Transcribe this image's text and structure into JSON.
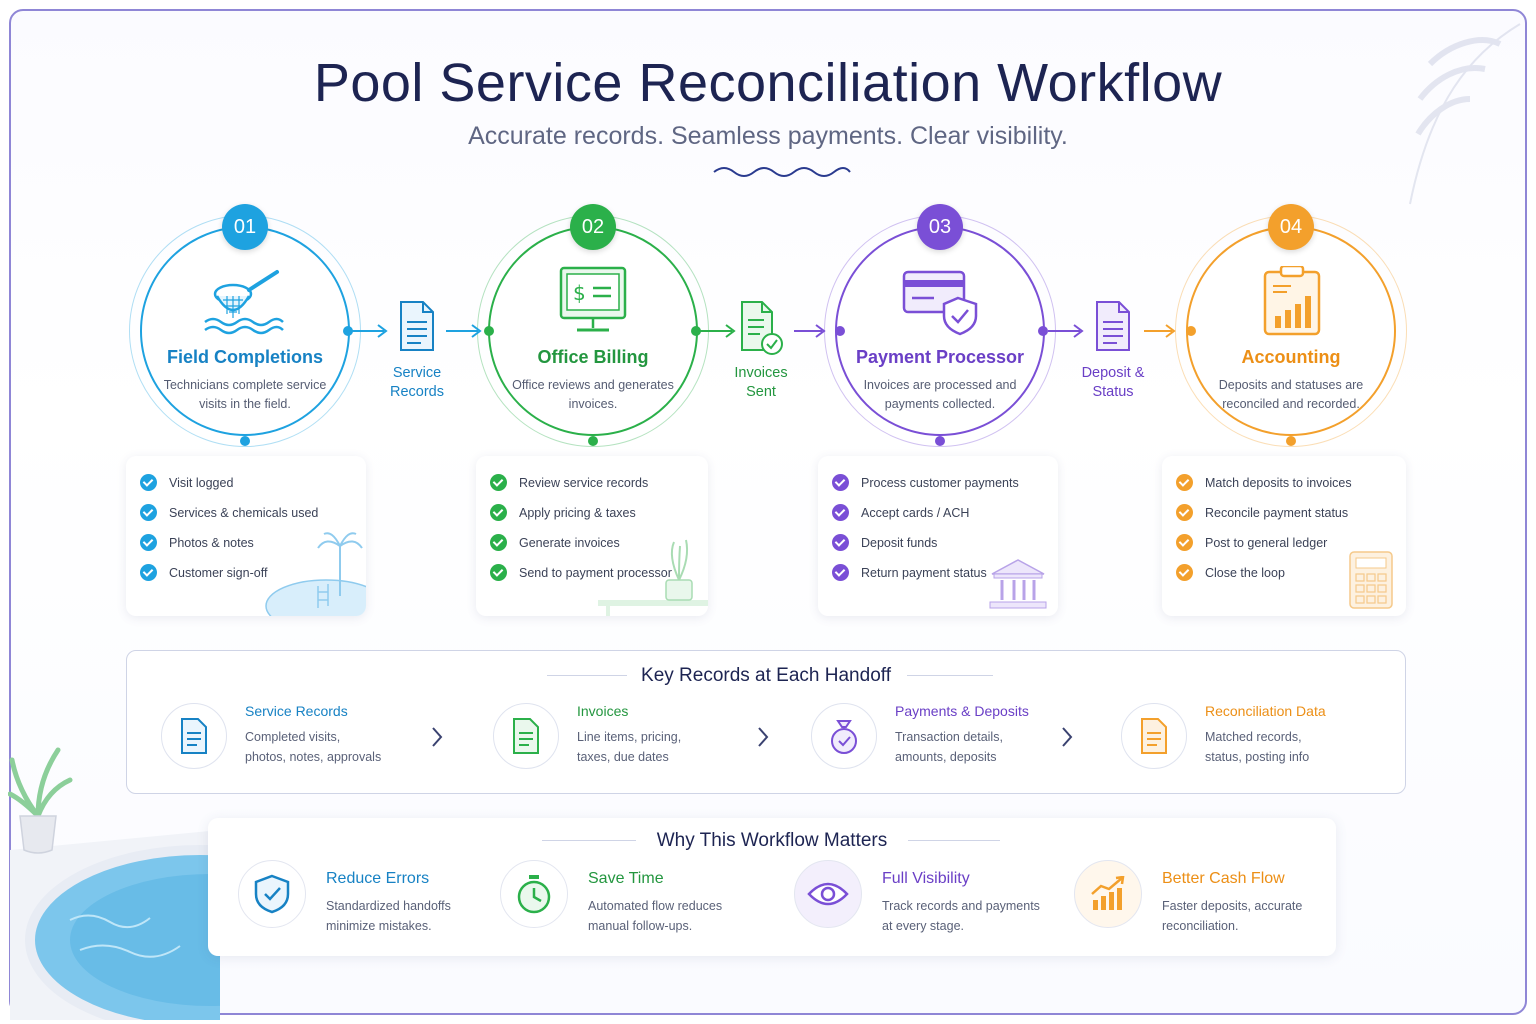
{
  "header": {
    "title": "Pool Service Reconciliation Workflow",
    "subtitle": "Accurate records. Seamless payments. Clear visibility."
  },
  "colors": {
    "blue": "#1ea2e0",
    "green": "#2bb04a",
    "purple": "#7a4fd6",
    "orange": "#f3a02c",
    "navy": "#1d2452"
  },
  "steps": [
    {
      "number": "01",
      "title": "Field Completions",
      "desc": "Technicians complete service visits in the field.",
      "icon": "pool-skimmer-icon",
      "checklist": [
        "Visit logged",
        "Services & chemicals used",
        "Photos & notes",
        "Customer sign-off"
      ]
    },
    {
      "number": "02",
      "title": "Office Billing",
      "desc": "Office reviews and generates invoices.",
      "icon": "monitor-invoice-icon",
      "checklist": [
        "Review service records",
        "Apply pricing & taxes",
        "Generate invoices",
        "Send to payment processor"
      ]
    },
    {
      "number": "03",
      "title": "Payment Processor",
      "desc": "Invoices are processed and payments collected.",
      "icon": "credit-card-shield-icon",
      "checklist": [
        "Process customer payments",
        "Accept cards / ACH",
        "Deposit funds",
        "Return payment status"
      ]
    },
    {
      "number": "04",
      "title": "Accounting",
      "desc": "Deposits and statuses are reconciled and recorded.",
      "icon": "clipboard-chart-icon",
      "checklist": [
        "Match deposits to invoices",
        "Reconcile payment status",
        "Post to general ledger",
        "Close the loop"
      ]
    }
  ],
  "connectors": [
    {
      "line1": "Service",
      "line2": "Records"
    },
    {
      "line1": "Invoices",
      "line2": "Sent"
    },
    {
      "line1": "Deposit &",
      "line2": "Status"
    }
  ],
  "key_records": {
    "title": "Key Records at Each Handoff",
    "items": [
      {
        "title": "Service Records",
        "line1": "Completed visits,",
        "line2": "photos, notes, approvals"
      },
      {
        "title": "Invoices",
        "line1": "Line items, pricing,",
        "line2": "taxes, due dates"
      },
      {
        "title": "Payments & Deposits",
        "line1": "Transaction details,",
        "line2": "amounts, deposits"
      },
      {
        "title": "Reconciliation Data",
        "line1": "Matched records,",
        "line2": "status, posting info"
      }
    ]
  },
  "why": {
    "title": "Why This Workflow Matters",
    "items": [
      {
        "title": "Reduce Errors",
        "line1": "Standardized handoffs",
        "line2": "minimize mistakes."
      },
      {
        "title": "Save Time",
        "line1": "Automated flow reduces",
        "line2": "manual follow-ups."
      },
      {
        "title": "Full Visibility",
        "line1": "Track records and payments",
        "line2": "at every stage."
      },
      {
        "title": "Better Cash Flow",
        "line1": "Faster deposits, accurate",
        "line2": "reconciliation."
      }
    ]
  }
}
